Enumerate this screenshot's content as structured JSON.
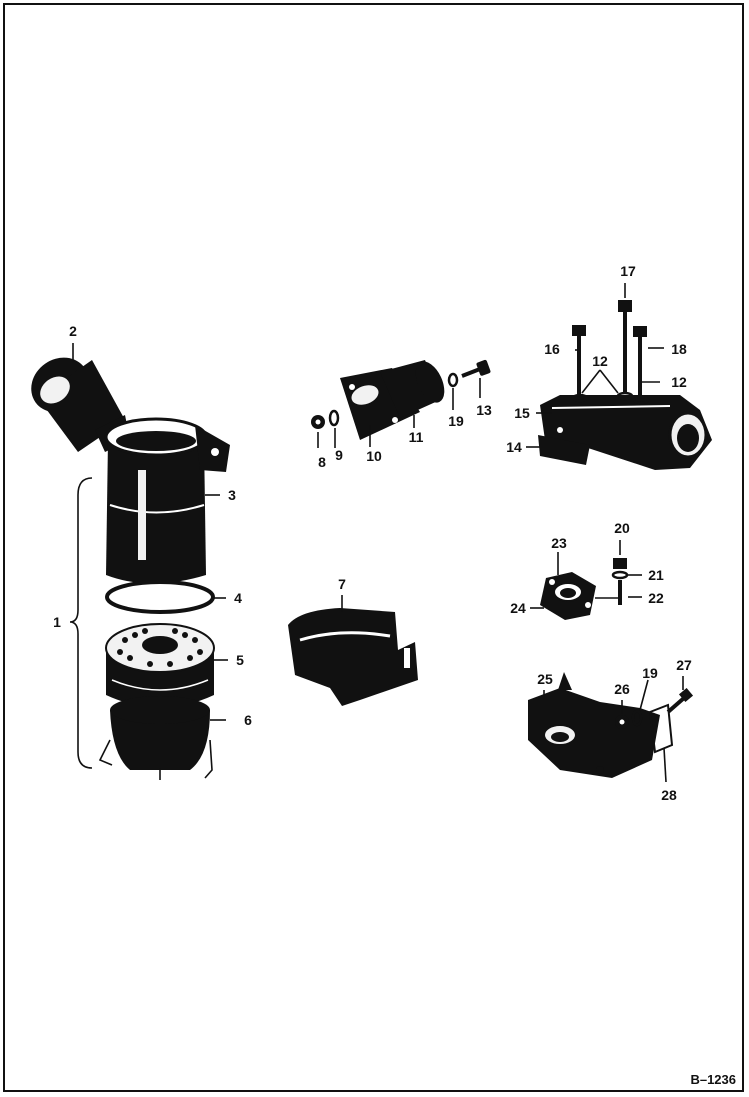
{
  "figure_number": "B–1236",
  "callouts": [
    "1",
    "2",
    "3",
    "4",
    "5",
    "6",
    "7",
    "8",
    "9",
    "10",
    "11",
    "12",
    "12",
    "12",
    "13",
    "14",
    "15",
    "16",
    "17",
    "18",
    "19",
    "19",
    "20",
    "21",
    "22",
    "23",
    "24",
    "25",
    "26",
    "27",
    "28"
  ]
}
